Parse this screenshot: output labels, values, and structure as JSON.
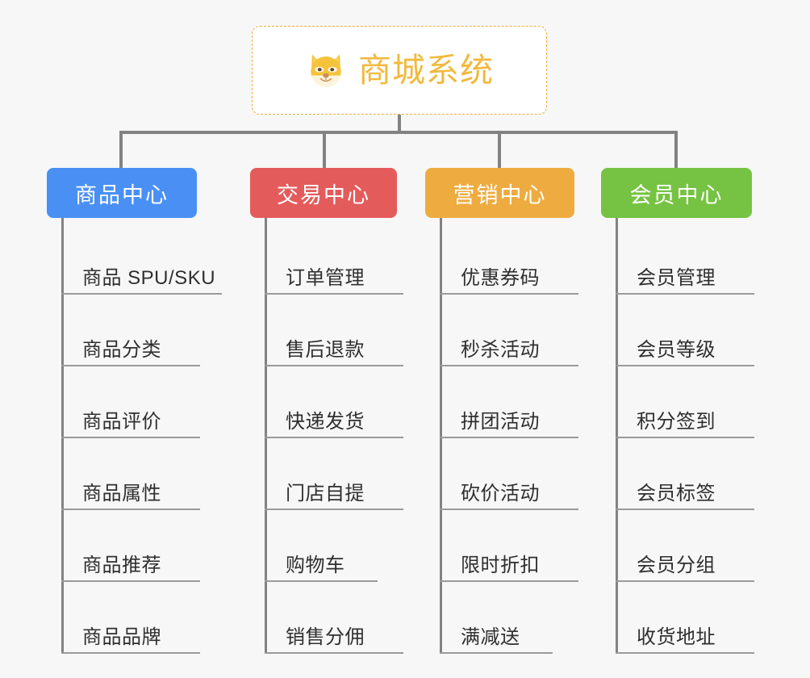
{
  "root": {
    "title": "商城系统",
    "icon": "shiba-dog-icon",
    "border_color": "#eeac3c",
    "text_color": "#f2b93f",
    "background": "#ffffff"
  },
  "canvas": {
    "background": "#f7f7f7",
    "connector_color": "#828282",
    "leaf_underline_color": "#9a9a9a",
    "leaf_text_color": "#2f2f2f"
  },
  "categories": [
    {
      "label": "商品中心",
      "color": "#4a90f4",
      "items": [
        {
          "label": "商品 SPU/SKU",
          "width": "long"
        },
        {
          "label": "商品分类",
          "width": "med"
        },
        {
          "label": "商品评价",
          "width": "med"
        },
        {
          "label": "商品属性",
          "width": "med"
        },
        {
          "label": "商品推荐",
          "width": "med"
        },
        {
          "label": "商品品牌",
          "width": "med"
        }
      ]
    },
    {
      "label": "交易中心",
      "color": "#e45b5b",
      "items": [
        {
          "label": "订单管理",
          "width": "med"
        },
        {
          "label": "售后退款",
          "width": "med"
        },
        {
          "label": "快递发货",
          "width": "med"
        },
        {
          "label": "门店自提",
          "width": "med"
        },
        {
          "label": "购物车",
          "width": "short"
        },
        {
          "label": "销售分佣",
          "width": "med"
        }
      ]
    },
    {
      "label": "营销中心",
      "color": "#eeac40",
      "items": [
        {
          "label": "优惠券码",
          "width": "med"
        },
        {
          "label": "秒杀活动",
          "width": "med"
        },
        {
          "label": "拼团活动",
          "width": "med"
        },
        {
          "label": "砍价活动",
          "width": "med"
        },
        {
          "label": "限时折扣",
          "width": "med"
        },
        {
          "label": "满减送",
          "width": "short"
        }
      ]
    },
    {
      "label": "会员中心",
      "color": "#76c343",
      "items": [
        {
          "label": "会员管理",
          "width": "med"
        },
        {
          "label": "会员等级",
          "width": "med"
        },
        {
          "label": "积分签到",
          "width": "med"
        },
        {
          "label": "会员标签",
          "width": "med"
        },
        {
          "label": "会员分组",
          "width": "med"
        },
        {
          "label": "收货地址",
          "width": "med"
        }
      ]
    }
  ]
}
